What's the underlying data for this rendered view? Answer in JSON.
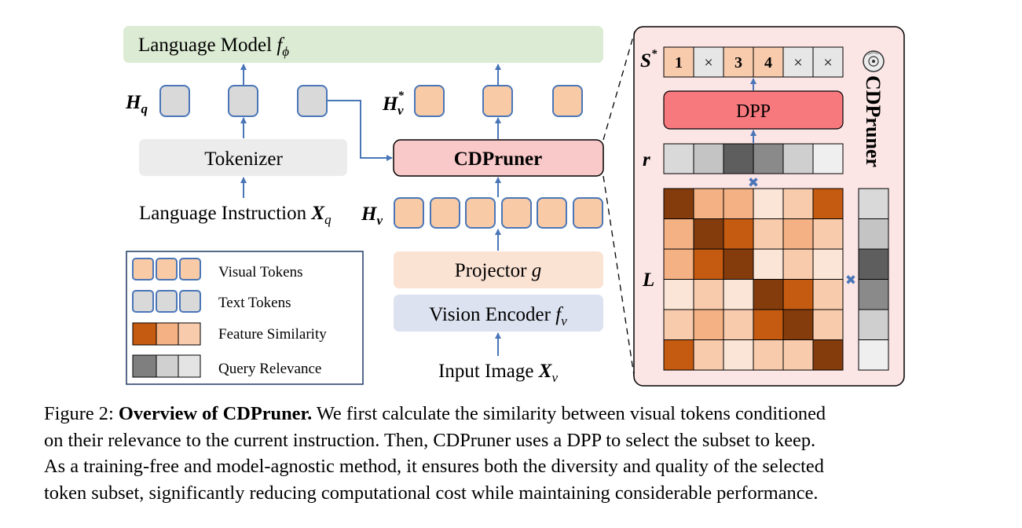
{
  "diagram": {
    "language_model": {
      "label": "Language Model",
      "symbol": "f",
      "subscript": "ϕ"
    },
    "h_q": {
      "symbol": "H",
      "subscript": "q"
    },
    "h_v_star": {
      "symbol": "H",
      "superscript": "*",
      "subscript": "v"
    },
    "h_v": {
      "symbol": "H",
      "subscript": "v"
    },
    "tokenizer": "Tokenizer",
    "language_instruction": {
      "label": "Language Instruction",
      "symbol": "X",
      "subscript": "q"
    },
    "cdpruner_block": "CDPruner",
    "projector": {
      "label": "Projector",
      "symbol": "g"
    },
    "vision_encoder": {
      "label": "Vision Encoder",
      "symbol": "f",
      "subscript": "v"
    },
    "input_image": {
      "label": "Input Image",
      "symbol": "X",
      "subscript": "v"
    },
    "detail_panel": {
      "title": "CDPruner",
      "s_star": {
        "symbol": "S",
        "superscript": "*"
      },
      "selection_cells": [
        "1",
        "×",
        "3",
        "4",
        "×",
        "×"
      ],
      "dpp_label": "DPP",
      "r_label": "r",
      "l_label": "L",
      "multiply_symbol": "✖"
    },
    "legend": [
      {
        "label": "Visual Tokens"
      },
      {
        "label": "Text Tokens"
      },
      {
        "label": "Feature Similarity"
      },
      {
        "label": "Query Relevance"
      }
    ]
  },
  "caption": {
    "prefix": "Figure 2: ",
    "bold": "Overview of CDPruner.",
    "line1": " We first calculate the similarity between visual tokens conditioned",
    "line2": "on their relevance to the current instruction. Then, CDPruner uses a DPP to select the subset to keep.",
    "line3": "As a training-free and model-agnostic method, it ensures both the diversity and quality of the selected",
    "line4": "token subset, significantly reducing computational cost while maintaining considerable performance."
  },
  "colors": {
    "visual_token": "#f8cba6",
    "text_token": "#d9d9d9",
    "token_border": "#4a76b8",
    "language_model_bg": "#dcebd3",
    "tokenizer_bg": "#ececec",
    "cdpruner_bg": "#f9c9c9",
    "panel_bg": "#fce5e5",
    "dpp_bg": "#f7797e",
    "projector_bg": "#fbe3d4",
    "vision_encoder_bg": "#dde2f0",
    "arrow": "#4a76b8",
    "sim_levels": [
      "#843c0c",
      "#c55a11",
      "#f4b183",
      "#f8cbad",
      "#fbe5d6"
    ],
    "relevance_levels": [
      "#595959",
      "#7f7f7f",
      "#a6a6a6",
      "#d0d0d0",
      "#ececec"
    ]
  }
}
